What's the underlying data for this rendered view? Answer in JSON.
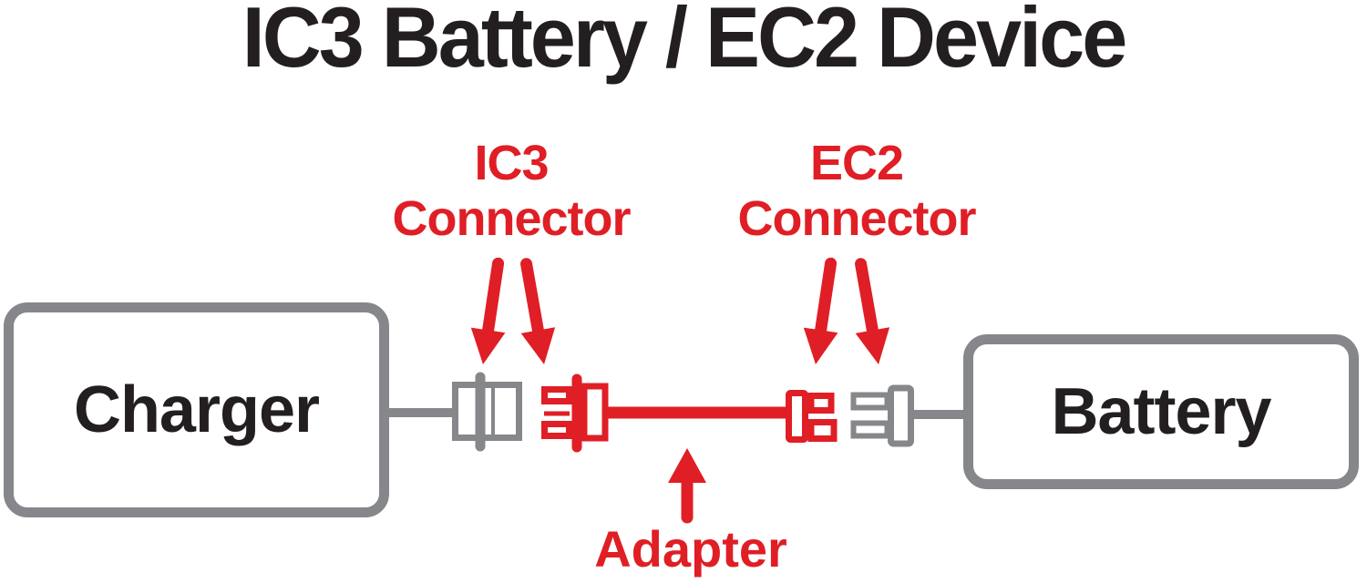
{
  "title": "IC3 Battery / EC2 Device",
  "colors": {
    "red": "#E01E25",
    "gray": "#85878A",
    "ink": "#231F20"
  },
  "diagram": {
    "charger_label": "Charger",
    "battery_label": "Battery",
    "ic3_annotation": {
      "line1": "IC3",
      "line2": "Connector"
    },
    "ec2_annotation": {
      "line1": "EC2",
      "line2": "Connector"
    },
    "adapter_annotation": "Adapter",
    "icons": [
      "ic3-connector-female-icon",
      "ic3-connector-male-icon",
      "ec2-connector-male-icon",
      "ec2-connector-female-icon",
      "down-arrow-icon",
      "up-arrow-icon",
      "wire-icon"
    ]
  }
}
